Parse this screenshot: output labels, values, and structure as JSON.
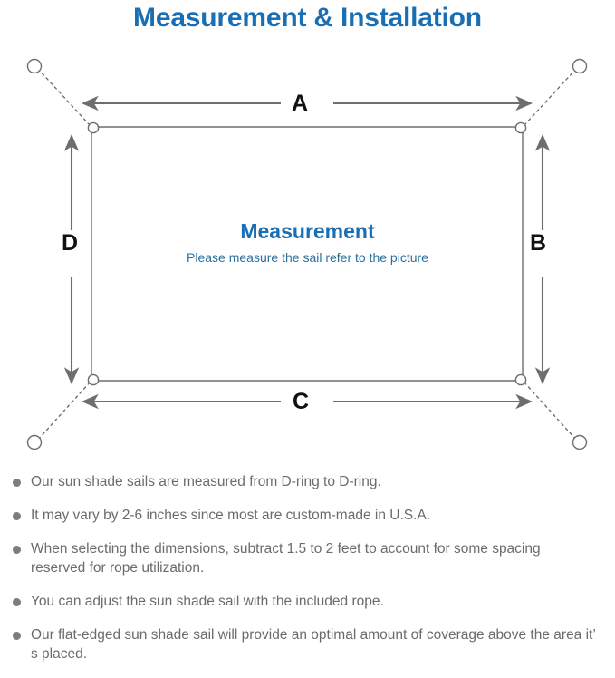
{
  "header": {
    "title": "Measurement & Installation",
    "title_color": "#1a6fb4"
  },
  "diagram": {
    "center_title": "Measurement",
    "center_subtitle": "Please measure the sail refer to the picture",
    "center_title_color": "#1a6fb4",
    "center_subtitle_color": "#2a6f9e",
    "line_color": "#6e6e6e",
    "dimension_labels": {
      "top": "A",
      "right": "B",
      "bottom": "C",
      "left": "D"
    }
  },
  "notes": [
    "Our sun shade sails are measured from D-ring to D-ring.",
    "It may vary by 2-6 inches since most are custom-made in U.S.A.",
    "When selecting the dimensions, subtract 1.5 to 2 feet to account for some spacing reserved for rope utilization.",
    "You can adjust the sun shade sail with the included rope.",
    "Our flat-edged sun shade sail will provide an optimal amount of coverage above the area it’  s placed."
  ]
}
